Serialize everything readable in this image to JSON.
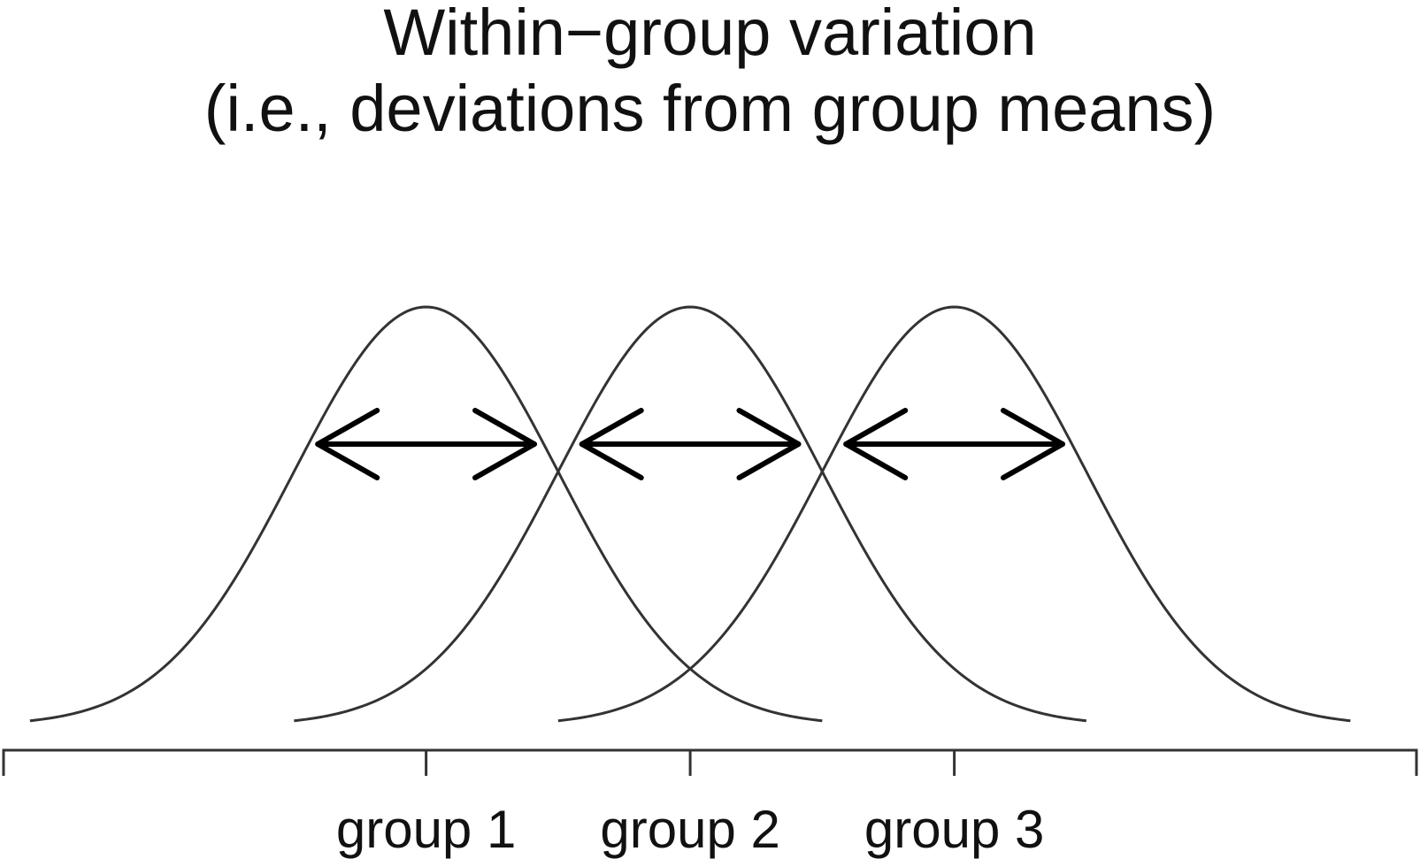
{
  "title": {
    "line1": "Within−group variation",
    "line2": "(i.e., deviations from group means)"
  },
  "groups": [
    {
      "label": "group 1",
      "mean": 1
    },
    {
      "label": "group 2",
      "mean": 2
    },
    {
      "label": "group 3",
      "mean": 3
    }
  ],
  "distribution": "normal",
  "x_range": [
    -0.6,
    4.75
  ],
  "deviation_arrow_half_width": 0.41,
  "colors": {
    "curve": "#333333",
    "arrow": "#000000",
    "axis": "#333333",
    "text": "#111111",
    "background": "#ffffff"
  }
}
